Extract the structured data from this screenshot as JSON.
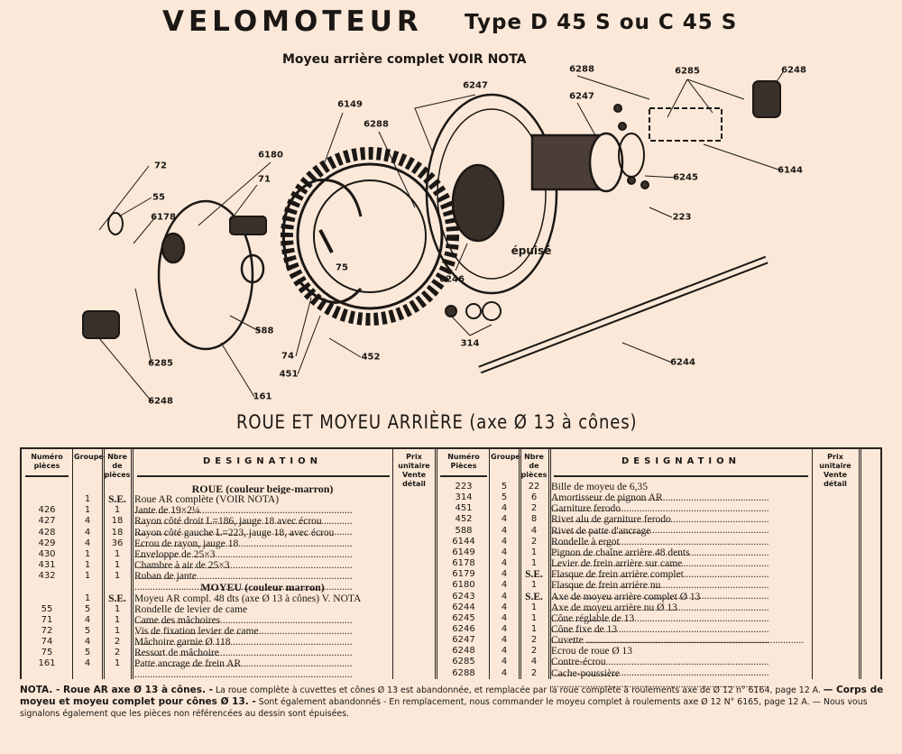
{
  "header": {
    "title": "VELOMOTEUR",
    "type": "Type D 45 S ou C 45 S",
    "subtitle": "Moyeu arrière complet  VOIR NOTA"
  },
  "diagram": {
    "labels": [
      "72",
      "55",
      "6178",
      "6180",
      "71",
      "6149",
      "6288",
      "6247",
      "6288",
      "6247",
      "6285",
      "6248",
      "6144",
      "6245",
      "223",
      "épuisé",
      "6246",
      "314",
      "6244",
      "452",
      "451",
      "74",
      "75",
      "588",
      "161",
      "6248",
      "6285"
    ]
  },
  "section_title": "ROUE ET MOYEU ARRIÈRE (axe Ø 13 à cônes)",
  "table": {
    "headers": {
      "num_left": "Numéro pièces",
      "num_right": "Numéro Pièces",
      "groupe": "Groupe",
      "nbre": "Nbre de pièces",
      "designation": "DESIGNATION",
      "prix": "Prix unitaire Vente détail"
    },
    "left_rows": [
      {
        "num": "",
        "grp": "",
        "nb": "",
        "des": "ROUE  (couleur beige-marron)",
        "heading": true
      },
      {
        "num": "",
        "grp": "1",
        "nb": "S.E.",
        "des": "Roue AR complète (VOIR NOTA)"
      },
      {
        "num": "426",
        "grp": "1",
        "nb": "1",
        "des": "Jante de 19×2¼"
      },
      {
        "num": "427",
        "grp": "4",
        "nb": "18",
        "des": "Rayon côté droit L=186, jauge 18 avec écrou"
      },
      {
        "num": "428",
        "grp": "4",
        "nb": "18",
        "des": "Rayon côté gauche L=223, jauge 18, avec écrou"
      },
      {
        "num": "429",
        "grp": "4",
        "nb": "36",
        "des": "Ecrou de rayon, jauge 18"
      },
      {
        "num": "430",
        "grp": "1",
        "nb": "1",
        "des": "Enveloppe de 25×3"
      },
      {
        "num": "431",
        "grp": "1",
        "nb": "1",
        "des": "Chambre à air de 25×3"
      },
      {
        "num": "432",
        "grp": "1",
        "nb": "1",
        "des": "Ruban de jante"
      },
      {
        "num": "",
        "grp": "",
        "nb": "",
        "des": "MOYEU  (couleur marron)",
        "heading": true
      },
      {
        "num": "",
        "grp": "1",
        "nb": "S.E.",
        "des": "Moyeu AR compl. 48 dts (axe Ø 13 à cônes) V. NOTA",
        "nodots": true
      },
      {
        "num": "55",
        "grp": "5",
        "nb": "1",
        "des": "Rondelle de levier de came"
      },
      {
        "num": "71",
        "grp": "4",
        "nb": "1",
        "des": "Came des mâchoires"
      },
      {
        "num": "72",
        "grp": "5",
        "nb": "1",
        "des": "Vis de fixation levier de came"
      },
      {
        "num": "74",
        "grp": "4",
        "nb": "2",
        "des": "Mâchoire garnie Ø 118"
      },
      {
        "num": "75",
        "grp": "5",
        "nb": "2",
        "des": "Ressort de mâchoire"
      },
      {
        "num": "161",
        "grp": "4",
        "nb": "1",
        "des": "Patte ancrage de frein AR"
      }
    ],
    "right_rows": [
      {
        "num": "223",
        "grp": "5",
        "nb": "22",
        "des": "Bille de moyeu de 6,35"
      },
      {
        "num": "314",
        "grp": "5",
        "nb": "6",
        "des": "Amortisseur de pignon AR"
      },
      {
        "num": "451",
        "grp": "4",
        "nb": "2",
        "des": "Garniture ferodo"
      },
      {
        "num": "452",
        "grp": "4",
        "nb": "8",
        "des": "Rivet alu de garniture ferodo"
      },
      {
        "num": "588",
        "grp": "4",
        "nb": "4",
        "des": "Rivet de patte d'ancrage"
      },
      {
        "num": "6144",
        "grp": "4",
        "nb": "2",
        "des": "Rondelle à ergot"
      },
      {
        "num": "6149",
        "grp": "4",
        "nb": "1",
        "des": "Pignon de chaîne arrière 48 dents"
      },
      {
        "num": "6178",
        "grp": "4",
        "nb": "1",
        "des": "Levier de frein arrière sur came"
      },
      {
        "num": "6179",
        "grp": "4",
        "nb": "S.E.",
        "des": "Flasque de frein arrière complet"
      },
      {
        "num": "6180",
        "grp": "4",
        "nb": "1",
        "des": "Flasque de frein arrière nu"
      },
      {
        "num": "6243",
        "grp": "4",
        "nb": "S.E.",
        "des": "Axe de moyeu arrière complet Ø 13"
      },
      {
        "num": "6244",
        "grp": "4",
        "nb": "1",
        "des": "Axe de moyeu arrière nu Ø 13"
      },
      {
        "num": "6245",
        "grp": "4",
        "nb": "1",
        "des": "Cône réglable de 13"
      },
      {
        "num": "6246",
        "grp": "4",
        "nb": "1",
        "des": "Cône fixe de 13"
      },
      {
        "num": "6247",
        "grp": "4",
        "nb": "2",
        "des": "Cuvette"
      },
      {
        "num": "6248",
        "grp": "4",
        "nb": "2",
        "des": "Ecrou de roue Ø 13"
      },
      {
        "num": "6285",
        "grp": "4",
        "nb": "4",
        "des": "Contre-écrou"
      },
      {
        "num": "6288",
        "grp": "4",
        "nb": "2",
        "des": "Cache-poussière"
      }
    ]
  },
  "nota": {
    "b1": "NOTA. - Roue AR axe Ø 13 à cônes. -",
    "t1": " La roue complète à cuvettes et cônes Ø 13 est abandonnée, et remplacée par la roue complète à roulements axe de Ø 12 n° 6164, page 12 A. ",
    "b2": "— Corps de moyeu et moyeu complet pour cônes Ø 13. -",
    "t2": " Sont également abandonnés - En remplacement, nous commander le moyeu complet à roulements axe Ø 12 N° 6165, page 12 A. — Nous vous signalons également que les pièces non référencées au dessin sont épuisées."
  }
}
